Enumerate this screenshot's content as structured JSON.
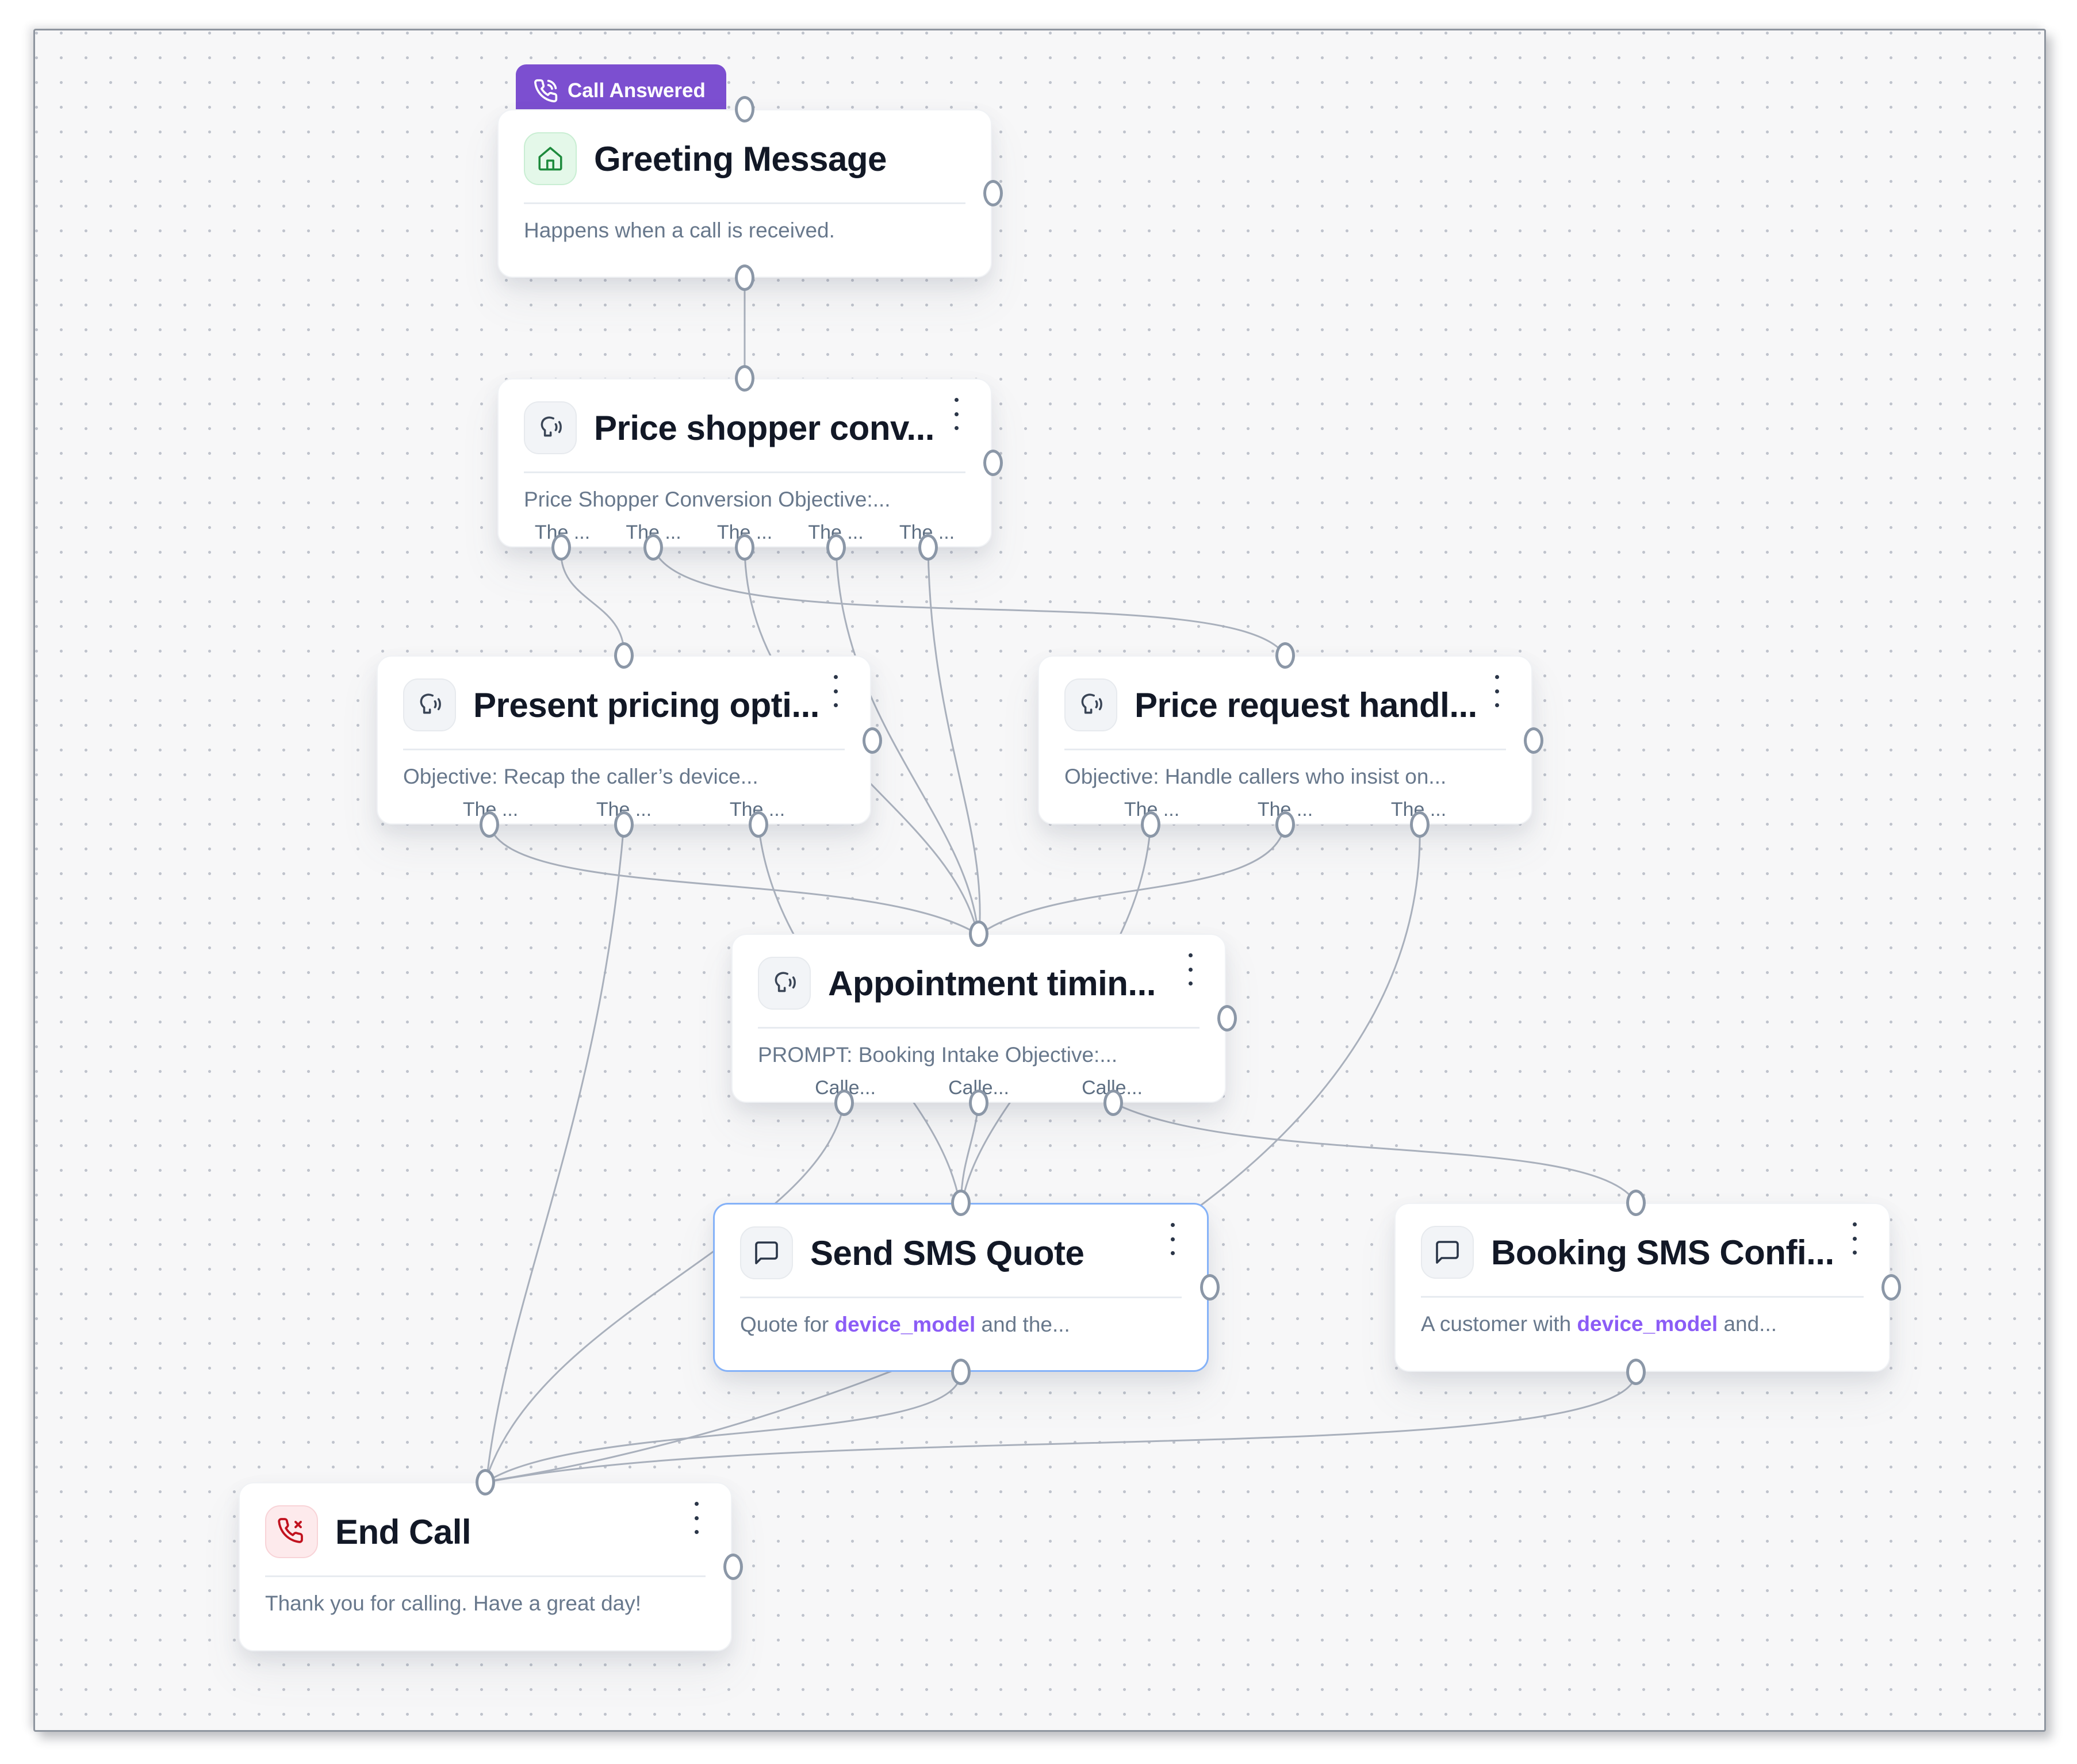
{
  "canvas": {
    "background": "#f7f7f8",
    "dot_color": "#bfc3cc"
  },
  "colors": {
    "edge": "#a9b0bc",
    "selected_border": "#85b2f8",
    "badge_bg": "#7c4fd0",
    "token": "#8b5cf6"
  },
  "badge": {
    "label": "Call Answered",
    "icon": "phone-incoming-icon"
  },
  "nodes": [
    {
      "id": "greeting-message",
      "title": "Greeting Message",
      "subtitle": "Happens when a call is received.",
      "icon": "home-icon",
      "trigger": "Call Answered",
      "branches": []
    },
    {
      "id": "price-shopper-conversion",
      "title": "Price shopper conv...",
      "subtitle": "Price Shopper Conversion Objective:...",
      "icon": "conversation-icon",
      "branches": [
        "The ...",
        "The ...",
        "The ...",
        "The ...",
        "The ..."
      ]
    },
    {
      "id": "present-pricing-options",
      "title": "Present pricing opti...",
      "subtitle": "Objective: Recap the caller’s device...",
      "icon": "conversation-icon",
      "branches": [
        "The ...",
        "The ...",
        "The ..."
      ]
    },
    {
      "id": "price-request-handling",
      "title": "Price request handl...",
      "subtitle": "Objective: Handle callers who insist on...",
      "icon": "conversation-icon",
      "branches": [
        "The ...",
        "The ...",
        "The ..."
      ]
    },
    {
      "id": "appointment-timing",
      "title": "Appointment timin...",
      "subtitle": "PROMPT: Booking Intake Objective:...",
      "icon": "conversation-icon",
      "branches": [
        "Calle...",
        "Calle...",
        "Calle..."
      ]
    },
    {
      "id": "send-sms-quote",
      "title": "Send SMS Quote",
      "subtitle_prefix": "Quote for ",
      "subtitle_token": "device_model",
      "subtitle_suffix": " and the...",
      "icon": "sms-icon",
      "selected": true
    },
    {
      "id": "booking-sms-confirmation",
      "title": "Booking SMS Confi...",
      "subtitle_prefix": "A customer with ",
      "subtitle_token": "device_model",
      "subtitle_suffix": " and...",
      "icon": "sms-icon"
    },
    {
      "id": "end-call",
      "title": "End Call",
      "subtitle": "Thank you for calling. Have a great day!",
      "icon": "end-call-icon"
    }
  ]
}
